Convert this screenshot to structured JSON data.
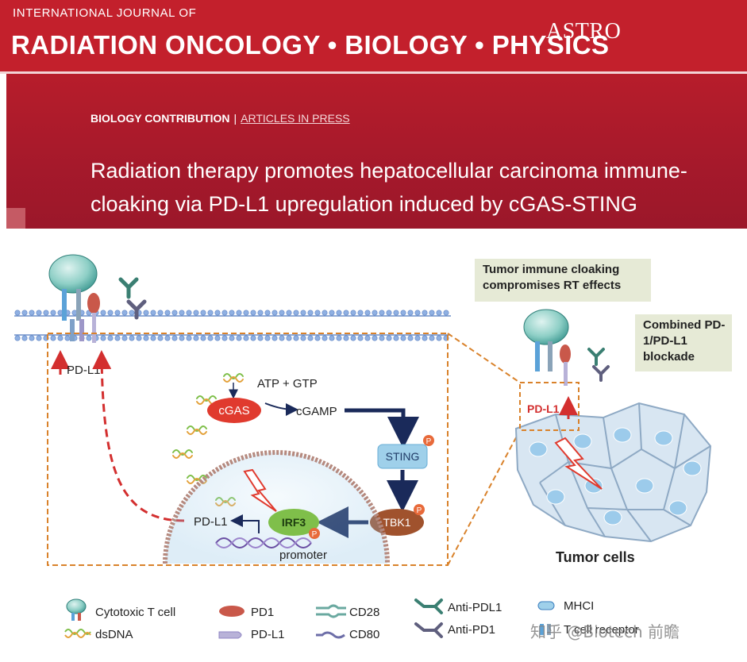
{
  "journal": {
    "kicker": "INTERNATIONAL JOURNAL OF",
    "title": "RADIATION ONCOLOGY • BIOLOGY • PHYSICS",
    "logo": "ASTRO"
  },
  "article": {
    "type_label": "BIOLOGY CONTRIBUTION",
    "separator": "|",
    "status_label": "ARTICLES IN PRESS",
    "title": "Radiation therapy promotes hepatocellular carcinoma immune-cloaking via PD-L1 upregulation induced by cGAS-STING activation"
  },
  "diagram": {
    "pdl1_left": "PD-L1",
    "atp_gtp": "ATP + GTP",
    "cgas": "cGAS",
    "cgamp": "cGAMP",
    "sting": "STING",
    "tbk1": "TBK1",
    "irf3": "IRF3",
    "pdl1_gene": "PD-L1",
    "promoter": "promoter",
    "phospho": "P",
    "note_cloaking": "Tumor immune cloaking compromises RT effects",
    "note_blockade": "Combined PD-1/PD-L1 blockade",
    "pdl1_right": "PD-L1",
    "tumor_cells": "Tumor cells"
  },
  "legend": {
    "items": [
      {
        "label": "Cytotoxic T cell",
        "icon": "t-cell-icon"
      },
      {
        "label": "dsDNA",
        "icon": "dsdna-icon"
      },
      {
        "label": "PD1",
        "icon": "pd1-icon"
      },
      {
        "label": "PD-L1",
        "icon": "pdl1-icon"
      },
      {
        "label": "CD28",
        "icon": "cd28-icon"
      },
      {
        "label": "CD80",
        "icon": "cd80-icon"
      },
      {
        "label": "Anti-PDL1",
        "icon": "anti-pdl1-icon"
      },
      {
        "label": "Anti-PD1",
        "icon": "anti-pd1-icon"
      },
      {
        "label": "MHCI",
        "icon": "mhci-icon"
      },
      {
        "label": "T cell receptor",
        "icon": "tcr-icon"
      }
    ]
  },
  "watermark": "知乎 @Biotech 前瞻",
  "colors": {
    "header_red": "#c3202c",
    "cgas_red": "#e03a2e",
    "sting_blue": "#9fd0ea",
    "tbk1_brown": "#a0522d",
    "irf3_green": "#7fbf4a",
    "arrow_navy": "#1a2a5a",
    "dashed_orange": "#d9822b",
    "upregulation_red": "#d32f2f"
  }
}
